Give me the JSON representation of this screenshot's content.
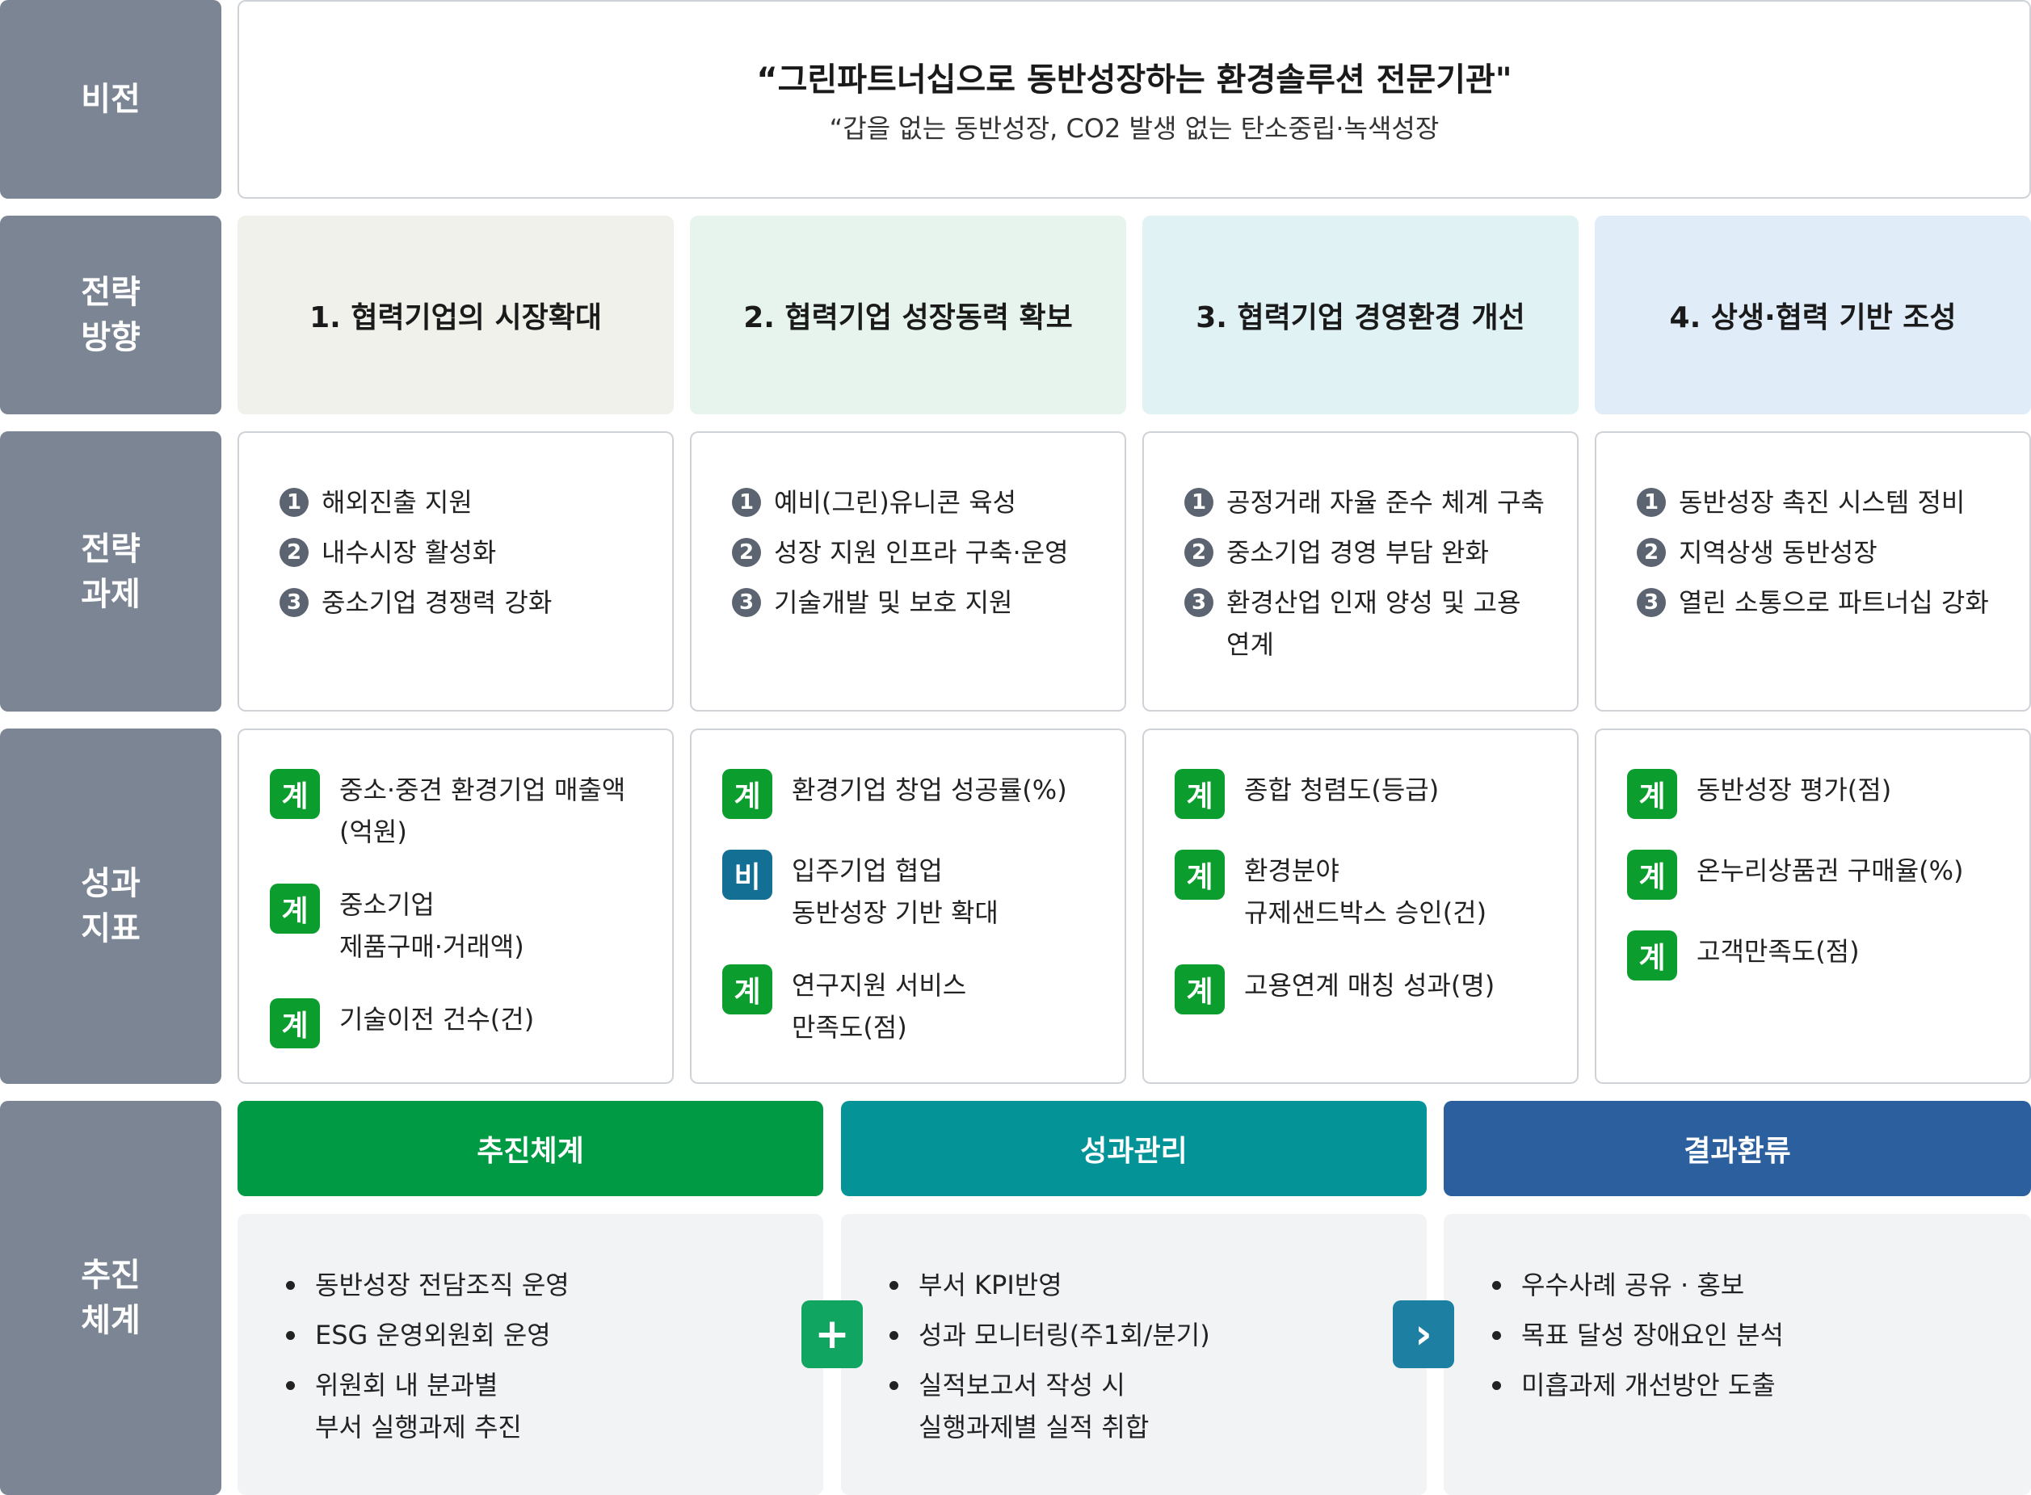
{
  "labels": {
    "vision": [
      "비전"
    ],
    "direction": [
      "전략",
      "방향"
    ],
    "tasks": [
      "전략",
      "과제"
    ],
    "kpis": [
      "성과",
      "지표"
    ],
    "system": [
      "추진",
      "체계"
    ]
  },
  "vision": {
    "main": "“그린파트너십으로 동반성장하는 환경솔루션 전문기관\"",
    "sub": "“갑을 없는 동반성장, CO2 발생 없는 탄소중립·녹색성장"
  },
  "directions": [
    {
      "label": "1. 협력기업의 시장확대",
      "color": "#f0f1ea"
    },
    {
      "label": "2. 협력기업 성장동력 확보",
      "color": "#e7f4ee"
    },
    {
      "label": "3. 협력기업 경영환경 개선",
      "color": "#e1f2f4"
    },
    {
      "label": "4. 상생·협력 기반 조성",
      "color": "#e0ecf7"
    }
  ],
  "tasks": [
    [
      {
        "num": "1",
        "lines": [
          "해외진출 지원"
        ]
      },
      {
        "num": "2",
        "lines": [
          "내수시장 활성화"
        ]
      },
      {
        "num": "3",
        "lines": [
          "중소기업 경쟁력 강화"
        ]
      }
    ],
    [
      {
        "num": "1",
        "lines": [
          "예비(그린)유니콘 육성"
        ]
      },
      {
        "num": "2",
        "lines": [
          "성장 지원 인프라 구축·운영"
        ]
      },
      {
        "num": "3",
        "lines": [
          "기술개발 및 보호 지원"
        ]
      }
    ],
    [
      {
        "num": "1",
        "lines": [
          "공정거래 자율 준수 체계 구축"
        ]
      },
      {
        "num": "2",
        "lines": [
          "중소기업 경영 부담 완화"
        ]
      },
      {
        "num": "3",
        "lines": [
          "환경산업 인재 양성 및 고용",
          "연계"
        ]
      }
    ],
    [
      {
        "num": "1",
        "lines": [
          "동반성장 촉진 시스템 정비"
        ]
      },
      {
        "num": "2",
        "lines": [
          "지역상생 동반성장"
        ]
      },
      {
        "num": "3",
        "lines": [
          "열린 소통으로 파트너십 강화"
        ]
      }
    ]
  ],
  "kpis": [
    [
      {
        "badge": "계",
        "type": "green",
        "lines": [
          "중소·중견 환경기업 매출액",
          "(억원)"
        ]
      },
      {
        "badge": "계",
        "type": "green",
        "lines": [
          "중소기업",
          "제품구매·거래액)"
        ]
      },
      {
        "badge": "계",
        "type": "green",
        "lines": [
          "기술이전 건수(건)"
        ]
      }
    ],
    [
      {
        "badge": "계",
        "type": "green",
        "lines": [
          "환경기업 창업 성공률(%)"
        ]
      },
      {
        "badge": "비",
        "type": "blue",
        "lines": [
          "입주기업 협업",
          "동반성장 기반 확대"
        ]
      },
      {
        "badge": "계",
        "type": "green",
        "lines": [
          "연구지원 서비스",
          "만족도(점)"
        ]
      }
    ],
    [
      {
        "badge": "계",
        "type": "green",
        "lines": [
          "종합 청렴도(등급)"
        ]
      },
      {
        "badge": "계",
        "type": "green",
        "lines": [
          "환경분야",
          "규제샌드박스 승인(건)"
        ]
      },
      {
        "badge": "계",
        "type": "green",
        "lines": [
          "고용연계 매칭 성과(명)"
        ]
      }
    ],
    [
      {
        "badge": "계",
        "type": "green",
        "lines": [
          "동반성장 평가(점)"
        ]
      },
      {
        "badge": "계",
        "type": "green",
        "lines": [
          "온누리상품권 구매율(%)"
        ]
      },
      {
        "badge": "계",
        "type": "green",
        "lines": [
          "고객만족도(점)"
        ]
      }
    ]
  ],
  "system": [
    {
      "title": "추진체계",
      "color": "#009a44",
      "items": [
        [
          "동반성장 전담조직 운영"
        ],
        [
          "ESG 운영외원회 운영"
        ],
        [
          "위원회 내 분과별",
          "부서 실행과제 추진"
        ]
      ]
    },
    {
      "title": "성과관리",
      "color": "#049498",
      "items": [
        [
          "부서 KPI반영"
        ],
        [
          "성과 모니터링(주1회/분기)"
        ],
        [
          "실적보고서 작성 시",
          "실행과제별 실적 취합"
        ]
      ]
    },
    {
      "title": "결과환류",
      "color": "#2c5f9e",
      "items": [
        [
          "우수사례 공유 · 홍보"
        ],
        [
          "목표 달성 장애요인 분석"
        ],
        [
          "미흡과제 개선방안 도출"
        ]
      ]
    }
  ],
  "connectors": [
    {
      "symbol": "+",
      "color": "#11a562"
    },
    {
      "symbol": "›",
      "color": "#1d7fa1"
    }
  ],
  "badge_colors": {
    "green": "#0b9e2e",
    "blue": "#136f94"
  }
}
